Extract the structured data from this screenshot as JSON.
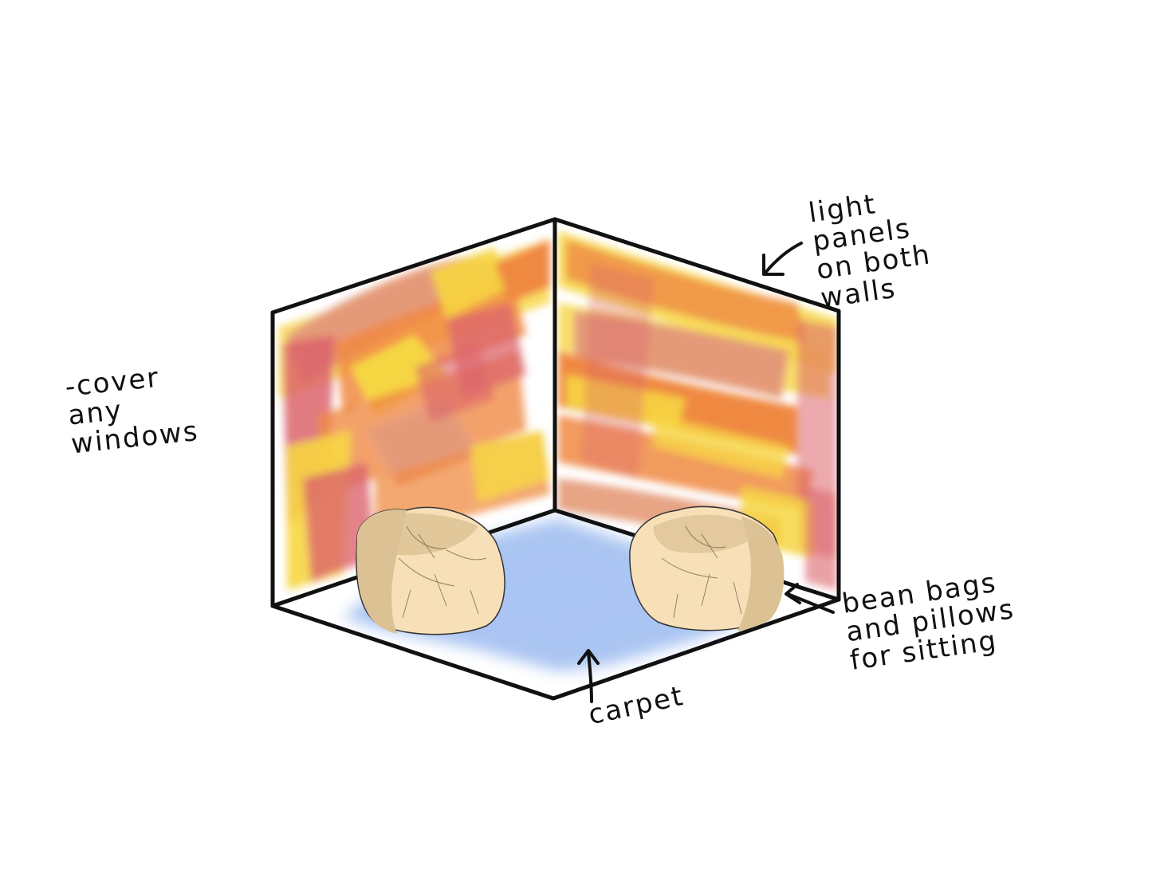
{
  "annotations": {
    "lights": "light\npanels\non both\nwalls",
    "windows": "-cover\nany\nwindows",
    "seating": "bean bags\nand pillows\nfor sitting",
    "carpet": "carpet"
  },
  "colors": {
    "outline": "#111111",
    "carpet": "#8fb1ee",
    "beanbag_light": "#f7e0b8",
    "beanbag_shade": "#dcc194",
    "paint_yellow": "#f6d22e",
    "paint_orange": "#ee7d2f",
    "paint_red": "#d8545c",
    "paint_salmon": "#e2906a"
  }
}
